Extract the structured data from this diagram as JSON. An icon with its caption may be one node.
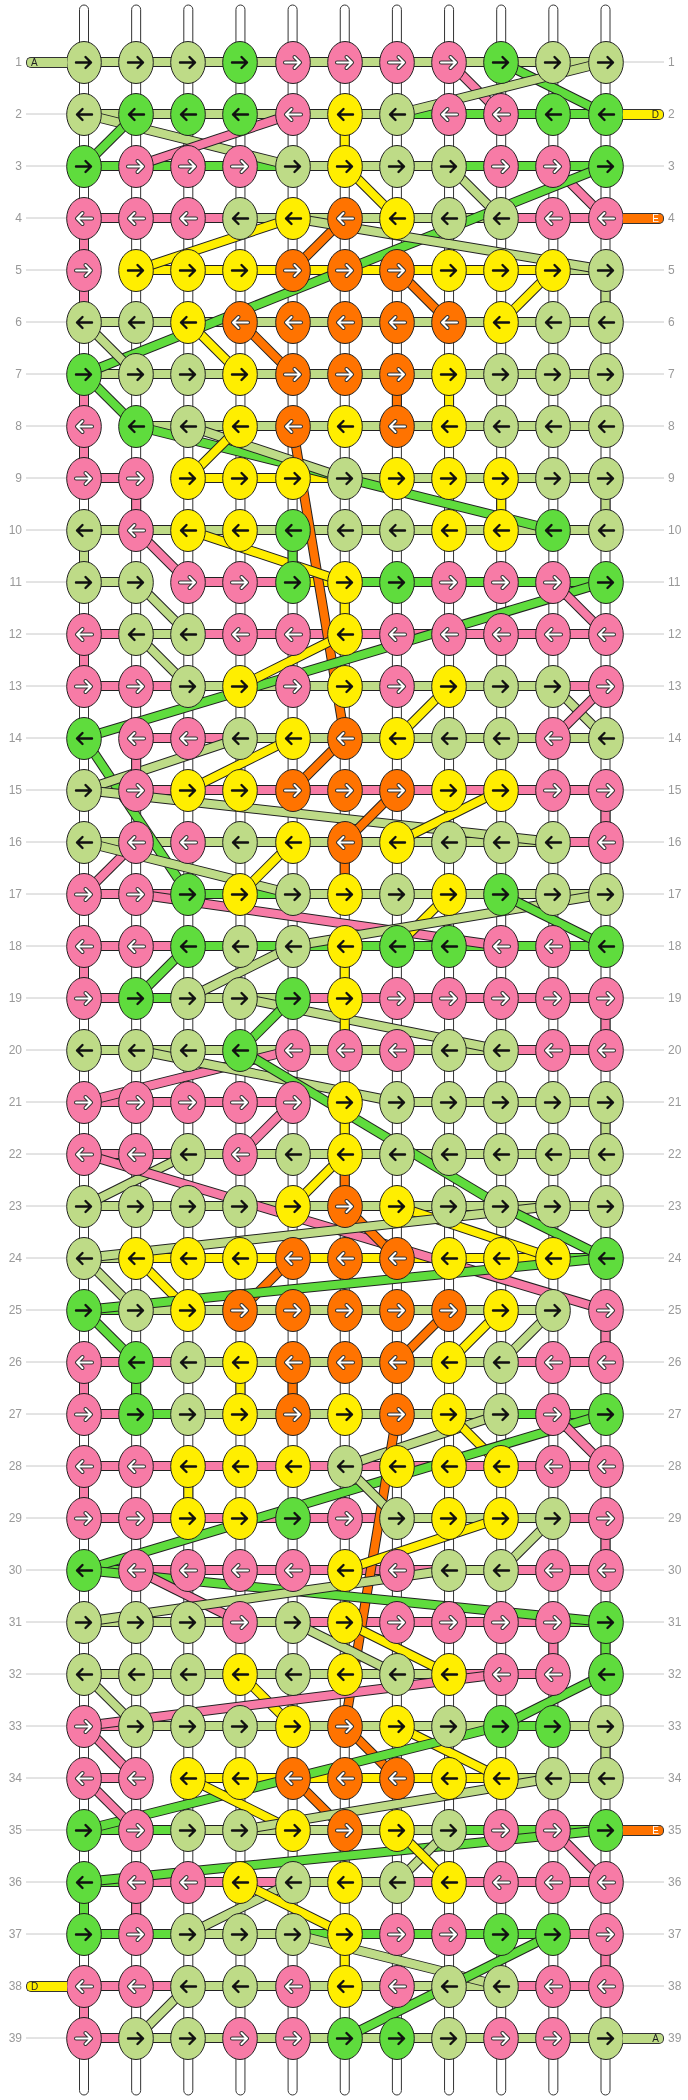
{
  "diagram": {
    "labels": [
      "1",
      "A",
      "1",
      "2",
      "D",
      "2",
      "3",
      "3",
      "4",
      "E",
      "4",
      "5",
      "5",
      "6",
      "6",
      "7",
      "7",
      "8",
      "8",
      "9",
      "9",
      "10",
      "10",
      "11",
      "11",
      "12",
      "12",
      "13",
      "13",
      "14",
      "14",
      "15",
      "15",
      "16",
      "16",
      "17",
      "17",
      "18",
      "18",
      "19",
      "19",
      "20",
      "20",
      "21",
      "21",
      "22",
      "22",
      "23",
      "23",
      "24",
      "24",
      "25",
      "25",
      "26",
      "26",
      "27",
      "27",
      "28",
      "28",
      "29",
      "29",
      "30",
      "30",
      "31",
      "31",
      "32",
      "32",
      "33",
      "33",
      "34",
      "34",
      "35",
      "E",
      "35",
      "36",
      "36",
      "37",
      "37",
      "38",
      "D",
      "38",
      "39",
      "A",
      "39"
    ]
  }
}
